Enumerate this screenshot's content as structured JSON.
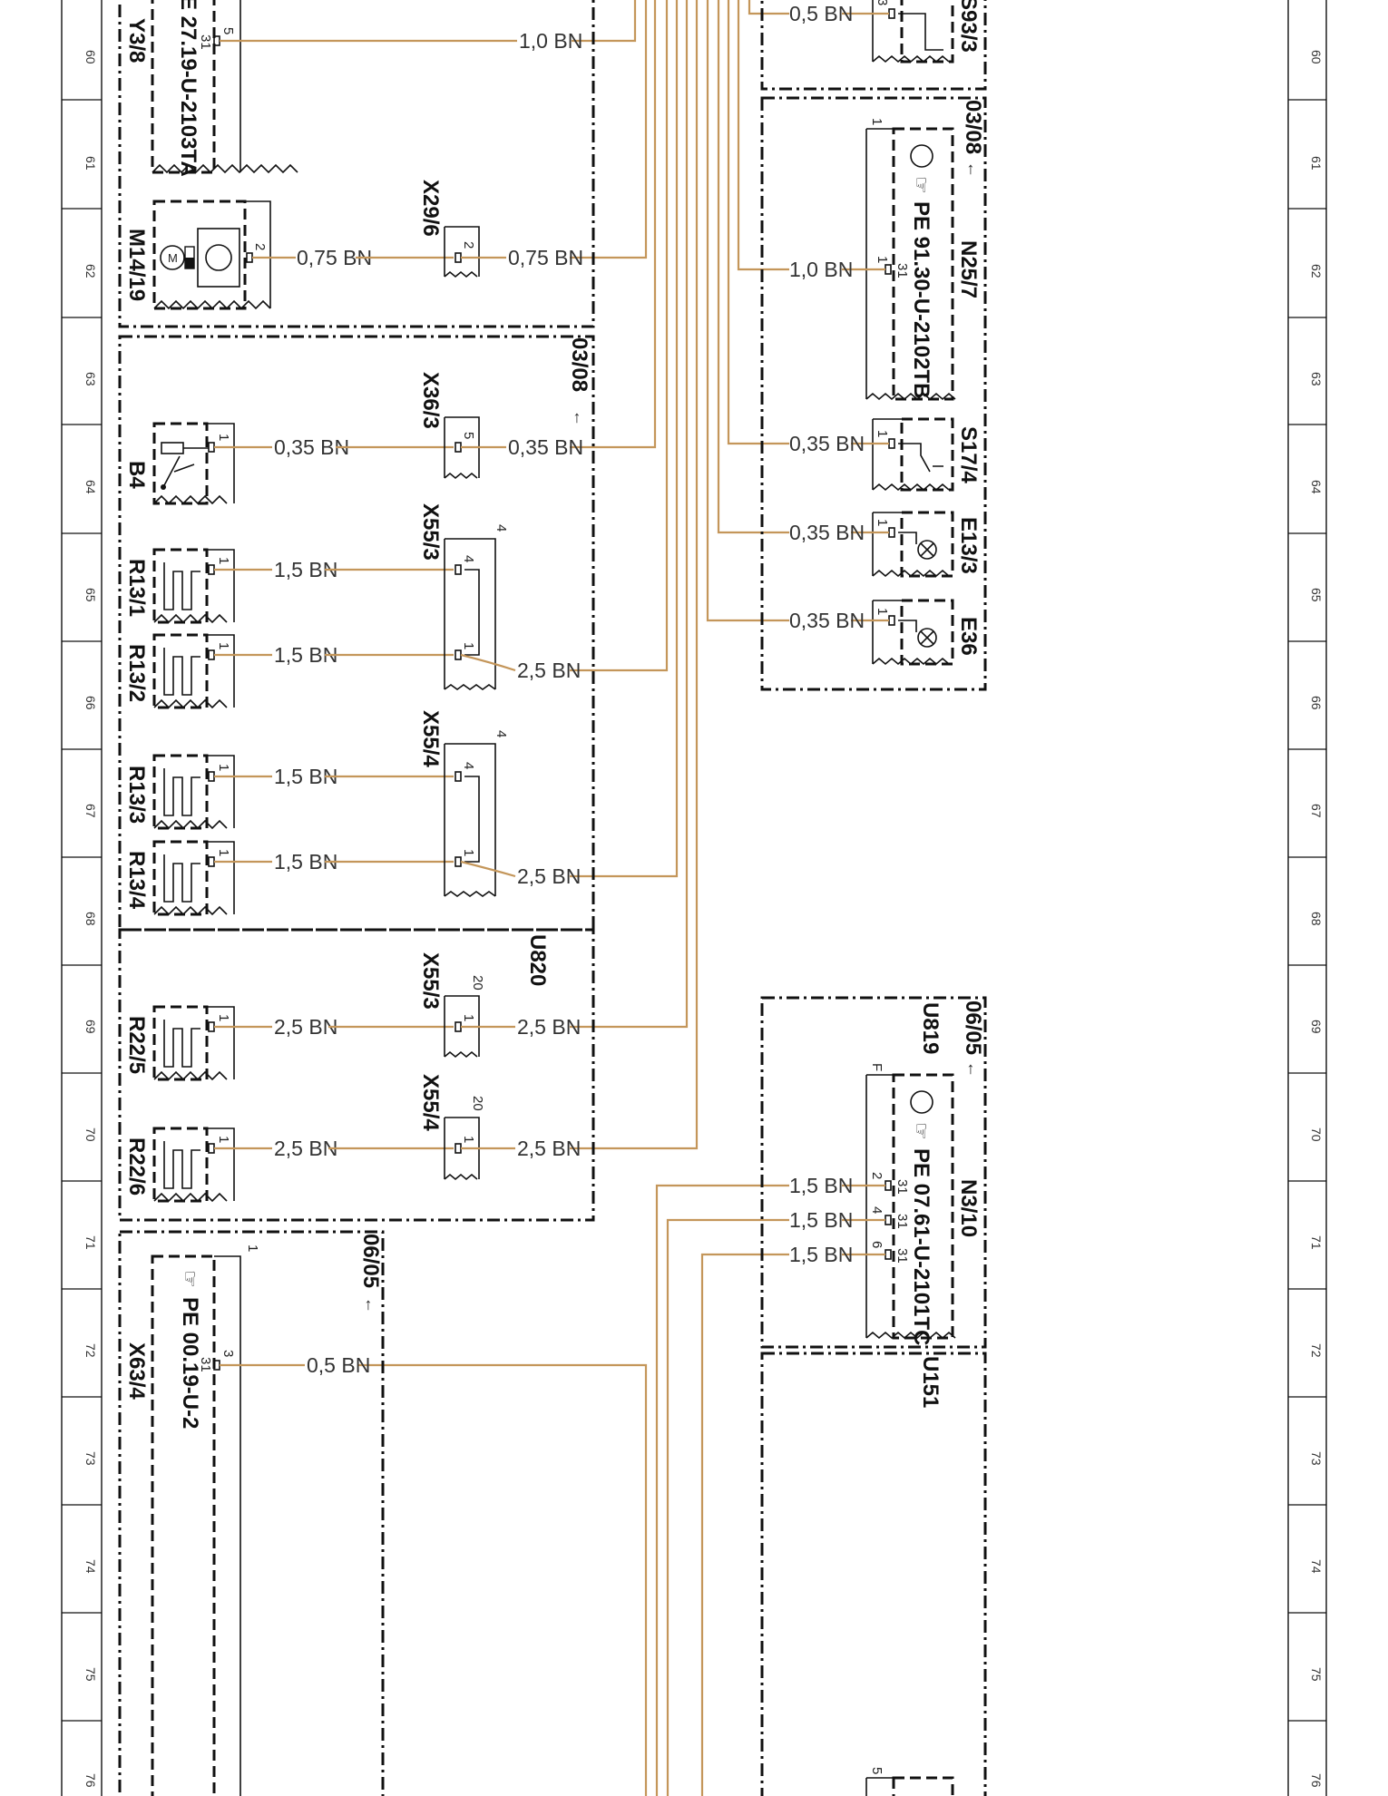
{
  "colors": {
    "wire": "#c4965a",
    "ink": "#111111",
    "paper": "#ffffff"
  },
  "grid_rows": [
    "60",
    "61",
    "62",
    "63",
    "64",
    "65",
    "66",
    "67",
    "68",
    "69",
    "70",
    "71",
    "72",
    "73",
    "74",
    "75",
    "76"
  ],
  "modules": {
    "u820": "U820",
    "u819": "U819",
    "u151": "U151"
  },
  "refs": {
    "ref_0308_a": "03/08",
    "ref_0308_b": "03/08",
    "ref_0605_a": "06/05",
    "ref_0605_b": "06/05"
  },
  "components": {
    "y3_8": "Y3/8",
    "y3_8_pe": "E 27.19-U-2103TA",
    "m14_19": "M14/19",
    "b4": "B4",
    "r13_1": "R13/1",
    "r13_2": "R13/2",
    "r13_3": "R13/3",
    "r13_4": "R13/4",
    "r22_5": "R22/5",
    "r22_6": "R22/6",
    "x63_4": "X63/4",
    "x63_4_pe": "PE 00.19-U-2",
    "s93_3": "S93/3",
    "n25_7": "N25/7",
    "n25_7_pe": "PE 91.30-U-2102TB",
    "s17_4": "S17/4",
    "e13_3": "E13/3",
    "e36": "E36",
    "n3_10": "N3/10",
    "n3_10_pe": "PE 07.61-U-2101TC"
  },
  "connectors": {
    "x29_6": "X29/6",
    "x36_3": "X36/3",
    "x55_3_a": "X55/3",
    "x55_4_a": "X55/4",
    "x55_3_b": "X55/3",
    "x55_4_b": "X55/4"
  },
  "wires": {
    "w_y38_1": "1,0  BN",
    "w_m14_a": "0,75  BN",
    "w_m14_b": "0,75  BN",
    "w_b4_a": "0,35  BN",
    "w_b4_b": "0,35  BN",
    "w_r131": "1,5  BN",
    "w_r132": "1,5  BN",
    "w_x553a_out": "2,5  BN",
    "w_r133": "1,5  BN",
    "w_r134": "1,5  BN",
    "w_x554a_out": "2,5  BN",
    "w_r225_a": "2,5  BN",
    "w_r225_b": "2,5  BN",
    "w_r226_a": "2,5  BN",
    "w_r226_b": "2,5  BN",
    "w_x634": "0,5  BN",
    "w_s933": "0,5  BN",
    "w_n257": "1,0  BN",
    "w_s174": "0,35  BN",
    "w_e133": "0,35  BN",
    "w_e36": "0,35  BN",
    "w_n310_1": "1,5  BN",
    "w_n310_2": "1,5  BN",
    "w_n310_3": "1,5  BN"
  },
  "pins": {
    "p_y38_5": "5",
    "p_y38_31": "31",
    "p_m14_2": "2",
    "p_x296_2": "2",
    "p_b4_1": "1",
    "p_x363_5": "5",
    "p_r131_1": "1",
    "p_r132_1": "1",
    "p_r133_1": "1",
    "p_r134_1": "1",
    "p_x553a_4": "4",
    "p_x553a_1": "1",
    "p_x553a_top": "4",
    "p_x554a_4": "4",
    "p_x554a_1": "1",
    "p_x554a_top": "4",
    "p_r225_1": "1",
    "p_r226_1": "1",
    "p_x553b_1": "1",
    "p_x553b_top": "20",
    "p_x554b_1": "1",
    "p_x554b_top": "20",
    "p_x634_3": "3",
    "p_x634_31": "31",
    "p_x634_top": "1",
    "p_s933_3": "3",
    "p_n257_1": "1",
    "p_n257_31": "31",
    "p_n257_top": "1",
    "p_s174_1": "1",
    "p_e133_1": "1",
    "p_e36_1": "1",
    "p_n310_2": "2",
    "p_n310_4": "4",
    "p_n310_6": "6",
    "p_n310_31a": "31",
    "p_n310_31b": "31",
    "p_n310_31c": "31",
    "p_n310_top": "F",
    "p_u151_5": "5"
  },
  "icons": [
    "hand-pointer-icon",
    "motor-icon",
    "lamp-icon",
    "transistor-icon",
    "heater-element-icon",
    "switch-icon",
    "sensor-icon"
  ]
}
